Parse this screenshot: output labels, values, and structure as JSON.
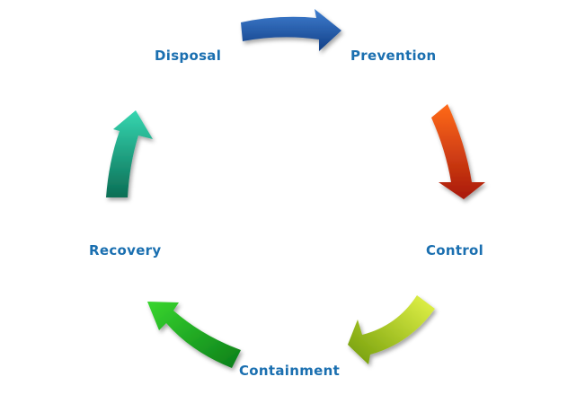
{
  "stages": {
    "disposal": "Disposal",
    "prevention": "Prevention",
    "control": "Control",
    "containment": "Containment",
    "recovery": "Recovery"
  },
  "colors": {
    "label_text": "#1a6fb0",
    "arrow_disposal_to_prevention": [
      "#3f7ed0",
      "#123f86"
    ],
    "arrow_prevention_to_control": [
      "#ff6a1a",
      "#a8190c"
    ],
    "arrow_control_to_containment": [
      "#e6f54a",
      "#6f9a08"
    ],
    "arrow_containment_to_recovery": [
      "#38d62e",
      "#0b7d1a"
    ],
    "arrow_recovery_to_disposal": [
      "#36d6b0",
      "#0b6e55"
    ]
  }
}
